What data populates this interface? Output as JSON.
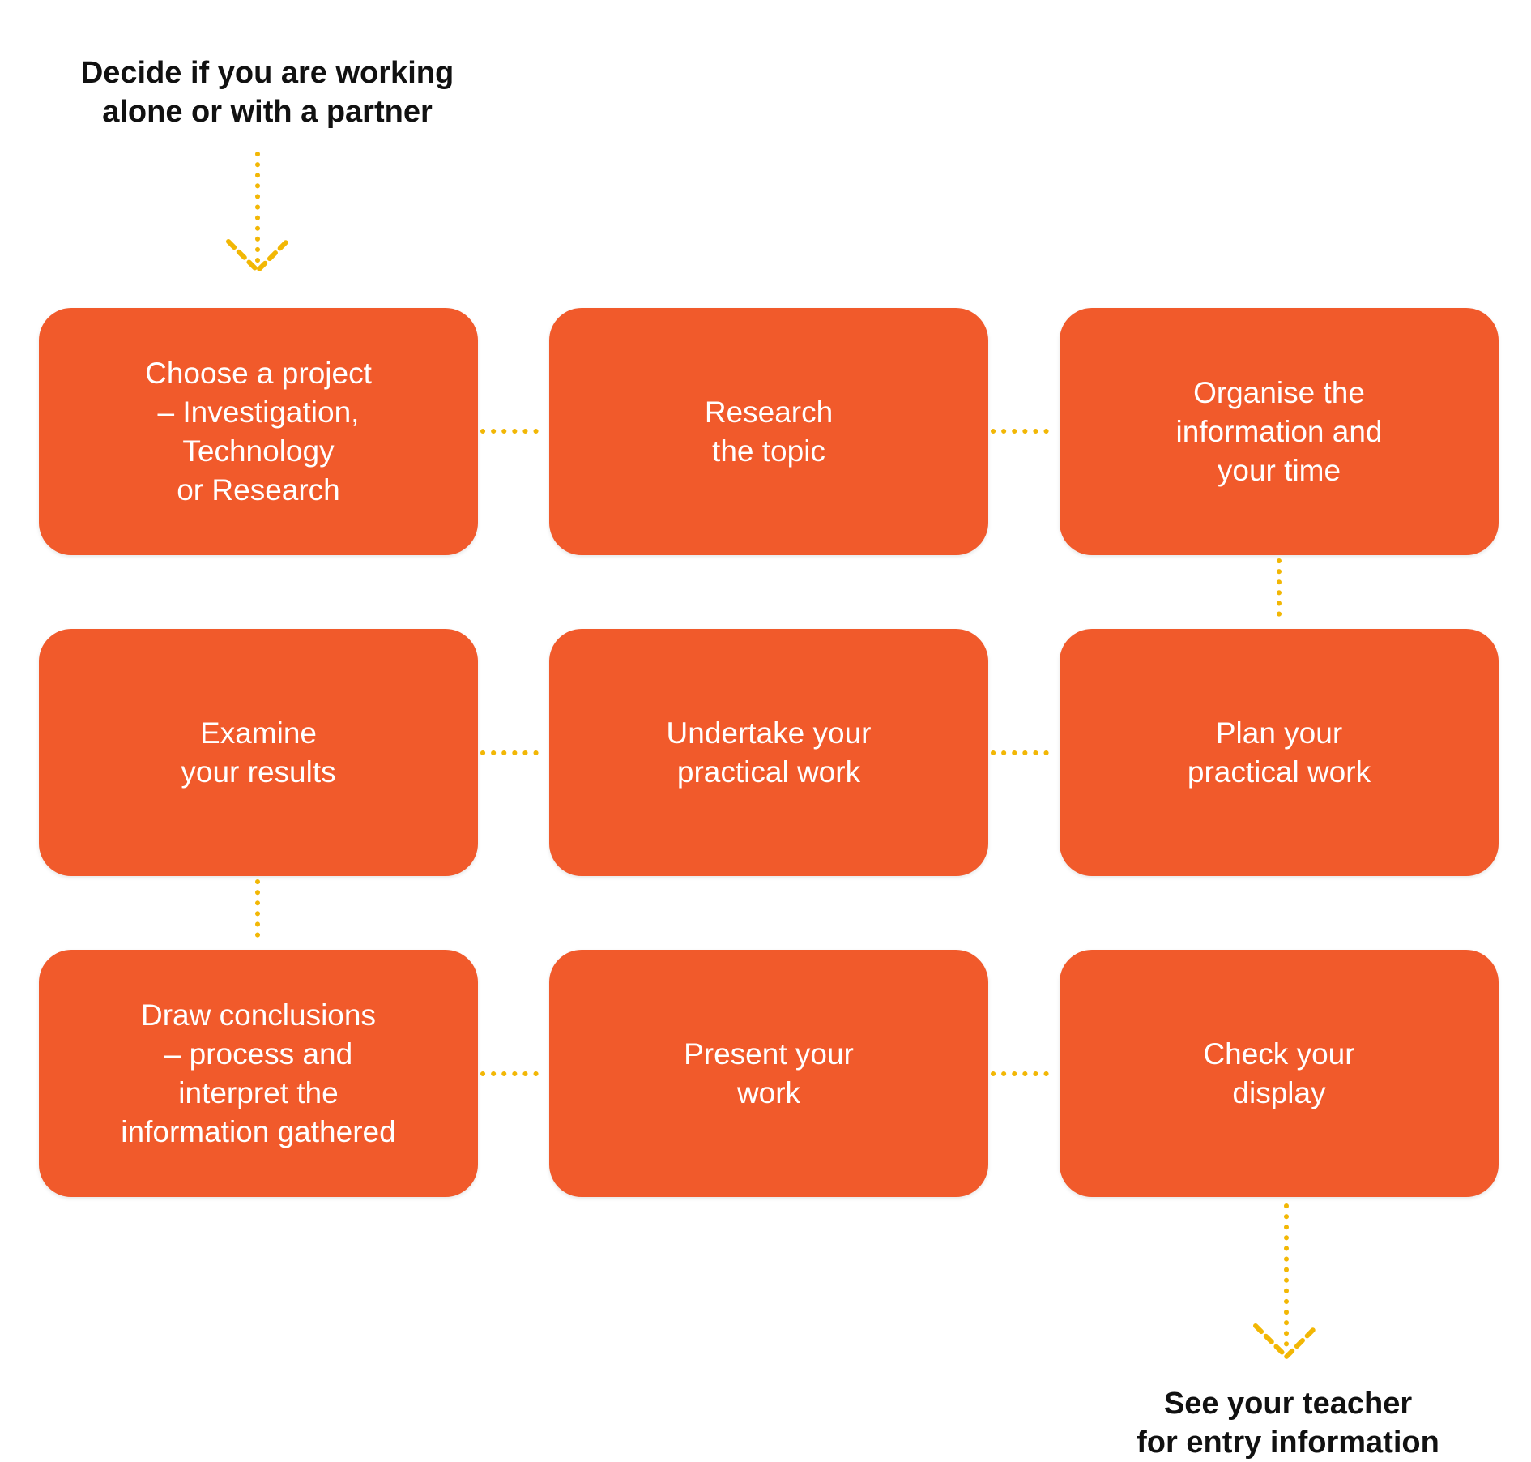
{
  "diagram": {
    "start_label": "Decide if you are working\nalone or with a partner",
    "end_label": "See your teacher\nfor entry information",
    "steps": [
      "Choose a project\n– Investigation,\nTechnology\nor Research",
      "Research\nthe topic",
      "Organise the\ninformation and\nyour time",
      "Plan your\npractical work",
      "Undertake your\npractical work",
      "Examine\nyour results",
      "Draw conclusions\n– process and\ninterpret the\ninformation gathered",
      "Present your\nwork",
      "Check your\ndisplay"
    ]
  },
  "colors": {
    "box_fill": "#f15a2b",
    "connector": "#f2b705",
    "text_on_box": "#ffffff",
    "heading_text": "#111111"
  }
}
